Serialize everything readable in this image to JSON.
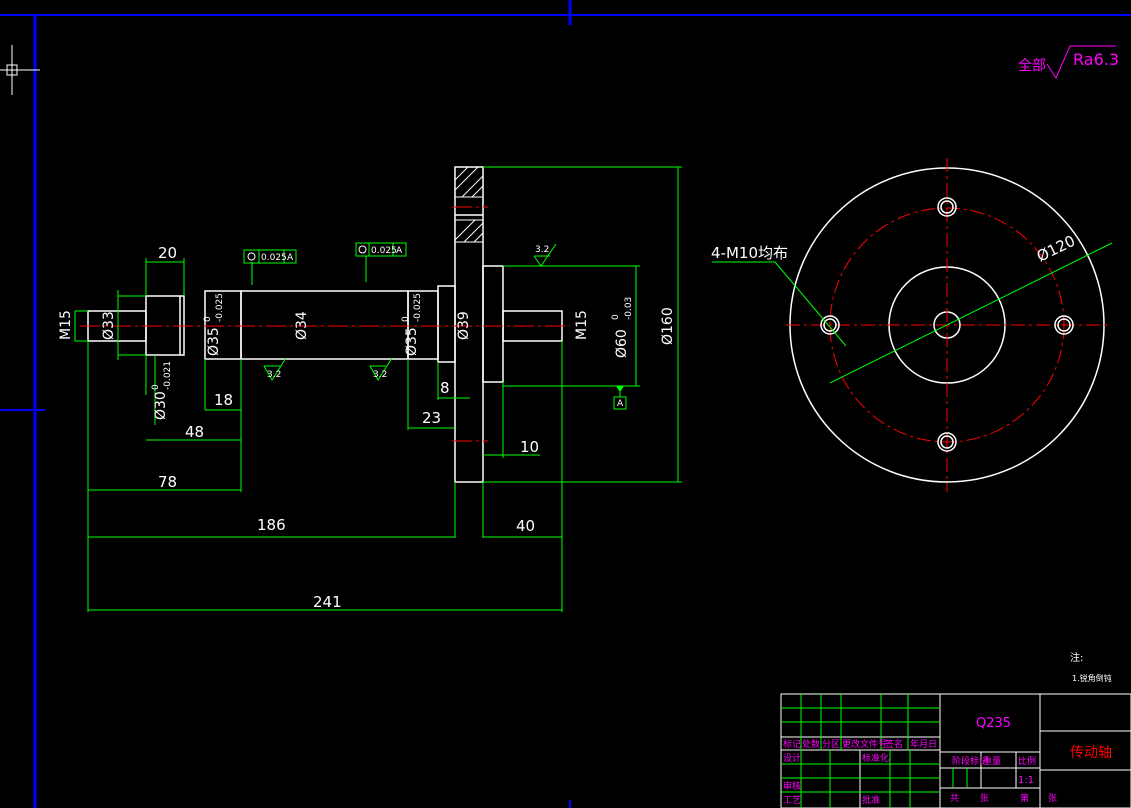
{
  "surface_finish": {
    "prefix": "全部",
    "value": "Ra6.3"
  },
  "shaft_dims": {
    "d20": "20",
    "d18": "18",
    "d48": "48",
    "d78": "78",
    "d186": "186",
    "d241": "241",
    "d8": "8",
    "d23": "23",
    "d10": "10",
    "d40": "40",
    "m15_left": "M15",
    "d33": "Ø33",
    "d34": "Ø34",
    "d39": "Ø39",
    "m15_right": "M15",
    "d35a": "Ø35",
    "d35a_tol_upper": "0",
    "d35a_tol_lower": "-0.025",
    "d35b": "Ø35",
    "d35b_tol_upper": "0",
    "d35b_tol_lower": "-0.025",
    "d30": "Ø30",
    "d30_tol_upper": "0",
    "d30_tol_lower": "-0.021",
    "d60": "Ø60",
    "d60_tol_upper": "0",
    "d60_tol_lower": "-0.03",
    "d160": "Ø160"
  },
  "tolerance_frames": {
    "runout1": "0.025",
    "runout2": "0.025",
    "datum": "A"
  },
  "roughness_marks": {
    "r1": "3.2",
    "r2": "3.2",
    "r3": "3.2"
  },
  "side_view": {
    "holes_note": "4-M10均布",
    "pitch_circle": "Ø120"
  },
  "notes": {
    "heading": "注:",
    "item1": "1.锐角倒钝"
  },
  "title_block": {
    "material": "Q235",
    "part_name": "传动轴",
    "header_row": [
      "标记",
      "处数",
      "分区",
      "更改文件号",
      "签名",
      "年月日"
    ],
    "design": "设计",
    "standardize": "标准化",
    "review": "审核",
    "process": "工艺",
    "approve": "批准",
    "stage_label": "阶段标记",
    "weight_label": "重量",
    "scale_label": "比例",
    "scale_value": "1:1",
    "total_label": "共",
    "sheet_label": "张",
    "page_label": "第",
    "page_sheet_label": "张"
  },
  "colors": {
    "background": "#000000",
    "frame": "#0000ff",
    "outline": "#ffffff",
    "dimension": "#00ff00",
    "centerline": "#ff0000",
    "annotation": "#ff00ff"
  }
}
